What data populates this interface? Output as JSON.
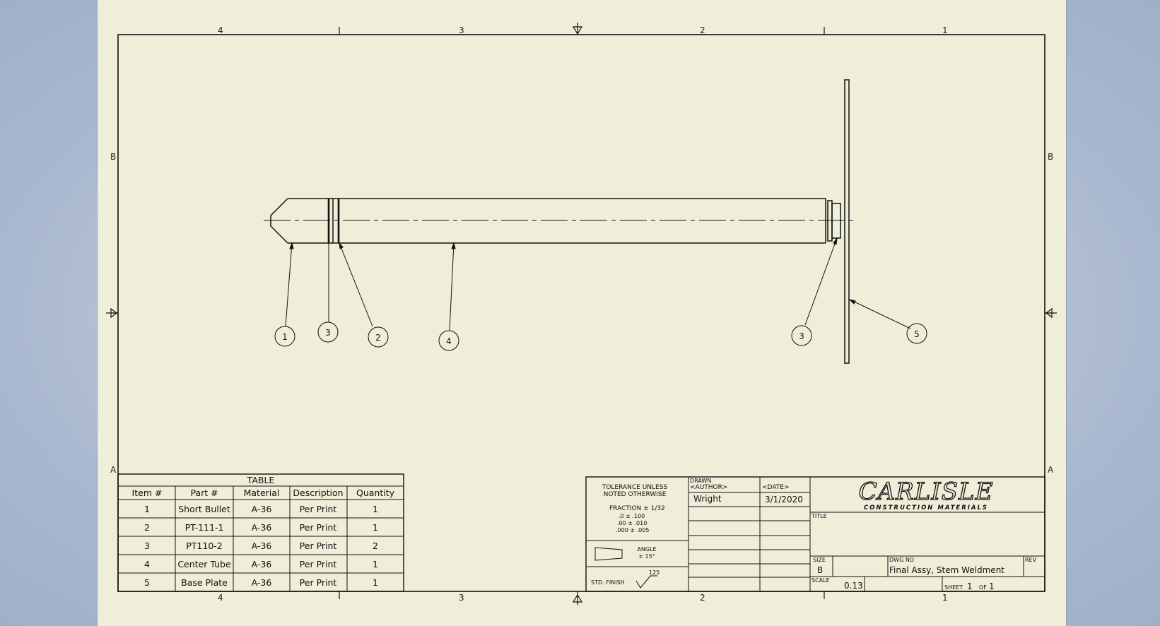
{
  "zones": {
    "columns": [
      "4",
      "3",
      "2",
      "1"
    ],
    "rows": [
      "B",
      "A"
    ]
  },
  "balloons": [
    "1",
    "3",
    "2",
    "4",
    "3",
    "5"
  ],
  "parts_table": {
    "title": "TABLE",
    "headers": [
      "Item #",
      "Part #",
      "Material",
      "Description",
      "Quantity"
    ],
    "rows": [
      [
        "1",
        "Short Bullet",
        "A-36",
        "Per Print",
        "1"
      ],
      [
        "2",
        "PT-111-1",
        "A-36",
        "Per Print",
        "1"
      ],
      [
        "3",
        "PT110-2",
        "A-36",
        "Per Print",
        "2"
      ],
      [
        "4",
        "Center Tube",
        "A-36",
        "Per Print",
        "1"
      ],
      [
        "5",
        "Base Plate",
        "A-36",
        "Per Print",
        "1"
      ]
    ]
  },
  "title_block": {
    "tolerance_1": "TOLERANCE UNLESS",
    "tolerance_2": "NOTED OTHERWISE",
    "fraction": "FRACTION ± 1/32",
    "tol_a": ".0 ± .100",
    "tol_b": ".00 ± .010",
    "tol_c": ".000 ± .005",
    "angle_label": "ANGLE",
    "angle_value": "± 15°",
    "std_finish": "STD. FINISH",
    "finish_value": "125",
    "drawn_label": "DRAWN",
    "author_placeholder": "<AUTHOR>",
    "date_placeholder": "<DATE>",
    "author": "Wright",
    "date": "3/1/2020",
    "logo_text": "CARLISLE",
    "logo_sub": "CONSTRUCTION MATERIALS",
    "title_label": "TITLE",
    "size_label": "SIZE",
    "size_value": "B",
    "dwg_no_label": "DWG NO",
    "dwg_no_value": "Final Assy, Stem Weldment",
    "rev_label": "REV",
    "scale_label": "SCALE",
    "scale_value": "0.13",
    "sheet_label": "SHEET",
    "sheet_num": "1",
    "of_label": "OF",
    "sheet_total": "1"
  }
}
